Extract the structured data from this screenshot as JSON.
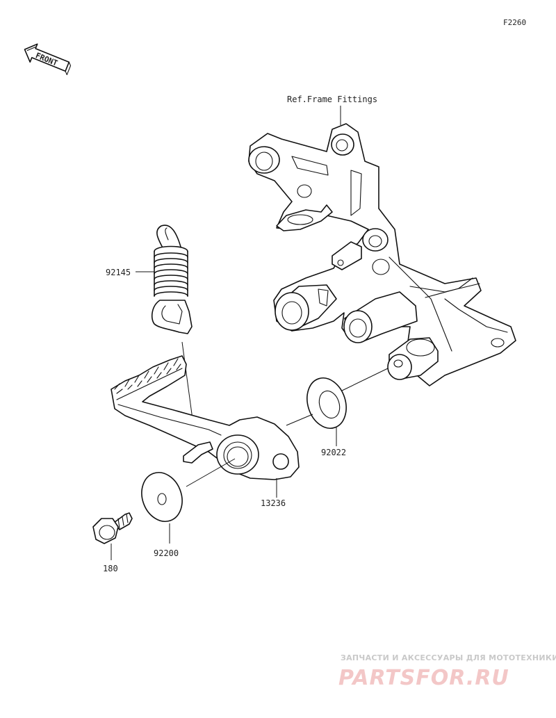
{
  "diagram_code": "F2260",
  "front_arrow": {
    "label": "FRONT",
    "icon": "front-direction-arrow-icon"
  },
  "reference_note": "Ref.Frame Fittings",
  "parts": [
    {
      "id": "spring",
      "number": "92145",
      "icon": "return-spring-icon"
    },
    {
      "id": "washer-large",
      "number": "92022",
      "icon": "washer-icon"
    },
    {
      "id": "brake-pedal",
      "number": "13236",
      "icon": "brake-pedal-icon"
    },
    {
      "id": "washer-plain",
      "number": "92200",
      "icon": "plain-washer-icon"
    },
    {
      "id": "bolt",
      "number": "180",
      "icon": "flange-bolt-icon"
    }
  ],
  "watermark": {
    "tagline": "ЗАПЧАСТИ И АКСЕССУАРЫ ДЛЯ МОТОТЕХНИКИ",
    "brand": "PARTSFOR.RU"
  }
}
